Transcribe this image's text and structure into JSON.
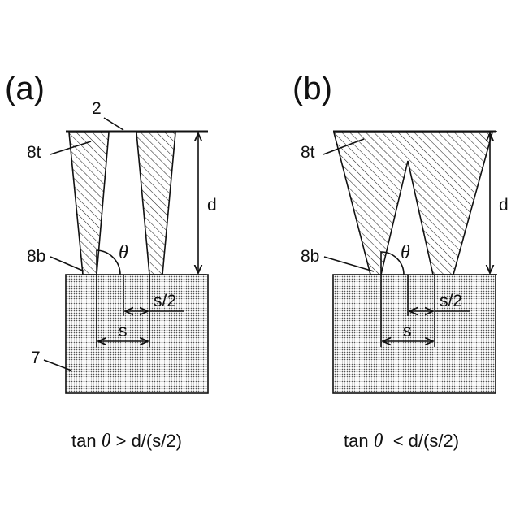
{
  "panel_a": {
    "label": "(a)",
    "layer_2": "2",
    "top_label": "8t",
    "bottom_label": "8b",
    "substrate_label": "7",
    "depth_label": "d",
    "angle_label": "θ",
    "half_spacing_label": "s/2",
    "spacing_label": "s",
    "condition_prefix": "tan ",
    "condition_theta": "θ",
    "condition_suffix": " > d/(s/2)"
  },
  "panel_b": {
    "label": "(b)",
    "top_label": "8t",
    "bottom_label": "8b",
    "depth_label": "d",
    "angle_label": "θ",
    "half_spacing_label": "s/2",
    "spacing_label": "s",
    "condition_prefix": "tan ",
    "condition_theta": "θ",
    "condition_suffix": "  < d/(s/2)"
  },
  "colors": {
    "ink": "#111111",
    "background": "#ffffff",
    "substrate_dots": "#555555",
    "hatch": "#222222"
  }
}
